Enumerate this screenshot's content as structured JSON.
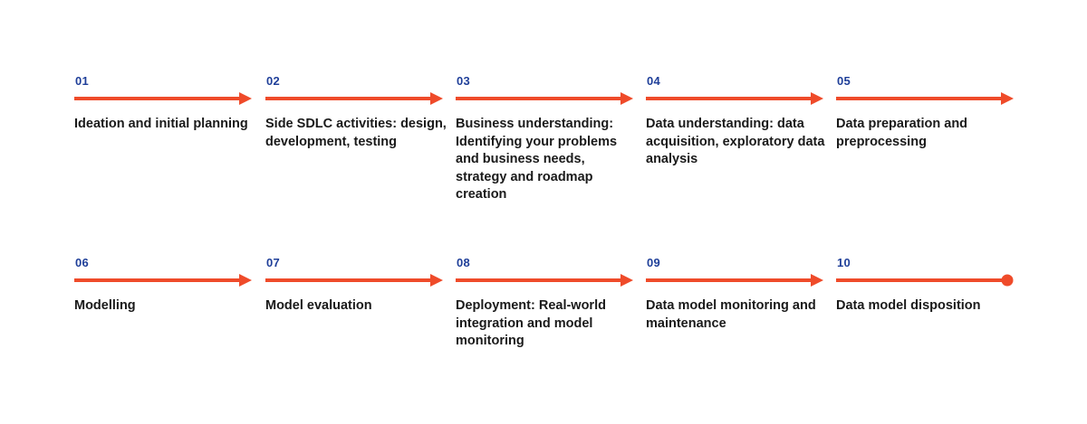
{
  "colors": {
    "accent": "#ef4b2a",
    "step_number": "#1f3f99",
    "label": "#1a1a1a",
    "background": "#ffffff"
  },
  "steps": [
    {
      "number": "01",
      "label": "Ideation and initial planning",
      "connector": "arrow-icon"
    },
    {
      "number": "02",
      "label": "Side SDLC activities: design, development, testing",
      "connector": "arrow-icon"
    },
    {
      "number": "03",
      "label": "Business understanding: Identifying your problems and business needs, strategy and roadmap creation",
      "connector": "arrow-icon"
    },
    {
      "number": "04",
      "label": "Data understanding: data acquisition, exploratory data analysis",
      "connector": "arrow-icon"
    },
    {
      "number": "05",
      "label": "Data preparation and preprocessing",
      "connector": "arrow-icon"
    },
    {
      "number": "06",
      "label": "Modelling",
      "connector": "arrow-icon"
    },
    {
      "number": "07",
      "label": "Model evaluation",
      "connector": "arrow-icon"
    },
    {
      "number": "08",
      "label": "Deployment: Real-world integration and model monitoring",
      "connector": "arrow-icon"
    },
    {
      "number": "09",
      "label": "Data model monitoring and maintenance",
      "connector": "arrow-icon"
    },
    {
      "number": "10",
      "label": "Data model disposition",
      "connector": "end-dot-icon"
    }
  ]
}
